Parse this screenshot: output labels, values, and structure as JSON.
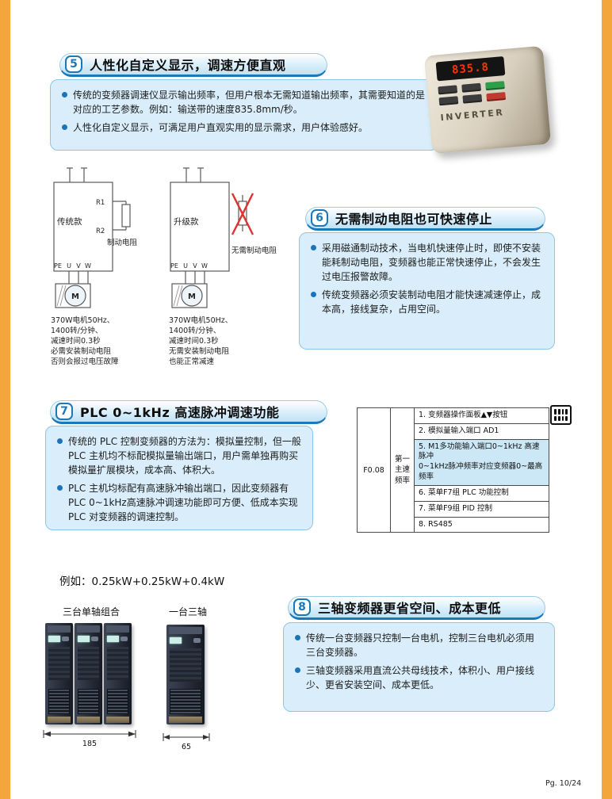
{
  "page": {
    "footer": "Pg. 10/24"
  },
  "colors": {
    "accent_blue": "#1b79b8",
    "panel_blue": "#d9eefa",
    "sidebar_orange": "#f3a63c",
    "highlight_row_blue": "#cce7f6",
    "cross_out_red": "#e03131",
    "display_digit_red": "#ff3300"
  },
  "photo": {
    "display_value": "835.8",
    "brand": "INVERTER"
  },
  "section5": {
    "num": "5",
    "title": "人性化自定义显示，调速方便直观",
    "bullets": [
      "传统的变频器调速仪显示输出频率，但用户根本无需知道输出频率，其需要知道的是对应的工艺参数。例如：输送带的速度835.8mm/秒。",
      "人性化自定义显示，可满足用户直观实用的显示需求，用户体验感好。"
    ]
  },
  "diagram_left": {
    "model": "传统款",
    "r1": "R1",
    "r2": "R2",
    "resistor_label": "制动电阻",
    "terminals": [
      "PE",
      "U",
      "V",
      "W"
    ],
    "motor": "M",
    "caption": "370W电机50Hz、\n1400转/分钟、\n减速时间0.3秒\n必需安装制动电阻\n否则会报过电压故障"
  },
  "diagram_right": {
    "model": "升级款",
    "resistor_label": "无需制动电阻",
    "terminals": [
      "PE",
      "U",
      "V",
      "W"
    ],
    "motor": "M",
    "caption": "370W电机50Hz、\n1400转/分钟、\n减速时间0.3秒\n无需安装制动电阻\n也能正常减速"
  },
  "section6": {
    "num": "6",
    "title": "无需制动电阻也可快速停止",
    "bullets": [
      "采用磁通制动技术，当电机快速停止时，即使不安装能耗制动电阻，变频器也能正常快速停止，不会发生过电压报警故障。",
      "传统变频器必须安装制动电阻才能快速减速停止，成本高，接线复杂，占用空间。"
    ]
  },
  "section7": {
    "num": "7",
    "title": "PLC 0~1kHz 高速脉冲调速功能",
    "bullets": [
      "传统的 PLC 控制变频器的方法为：模拟量控制，但一般PLC 主机均不标配模拟量输出端口，用户需单独再购买模拟量扩展模块，成本高、体积大。",
      "PLC 主机均标配有高速脉冲输出端口，因此变频器有PLC 0~1kHz高速脉冲调速功能即可方便、低成本实现PLC 对变频器的调速控制。"
    ]
  },
  "table": {
    "param": "F0.08",
    "param_label": "第一\n主速\n频率",
    "rows": [
      "1. 变频器操作面板▲▼按钮",
      "2. 模拟量输入端口 AD1",
      "5. M1多功能输入端口0~1kHz 高速脉冲\n0~1kHz脉冲频率对应变频器0~最高频率",
      "6. 菜单F7组  PLC 功能控制",
      "7. 菜单F9组  PID 控制",
      "8. RS485"
    ]
  },
  "example_line": "例如：0.25kW+0.25kW+0.4kW",
  "drives": {
    "group_label": "三台单轴组合",
    "single_label": "一台三轴",
    "group_width": "185",
    "single_width": "65"
  },
  "section8": {
    "num": "8",
    "title": "三轴变频器更省空间、成本更低",
    "bullets": [
      "传统一台变频器只控制一台电机，控制三台电机必须用三台变频器。",
      "三轴变频器采用直流公共母线技术，体积小、用户接线少、更省安装空间、成本更低。"
    ]
  }
}
